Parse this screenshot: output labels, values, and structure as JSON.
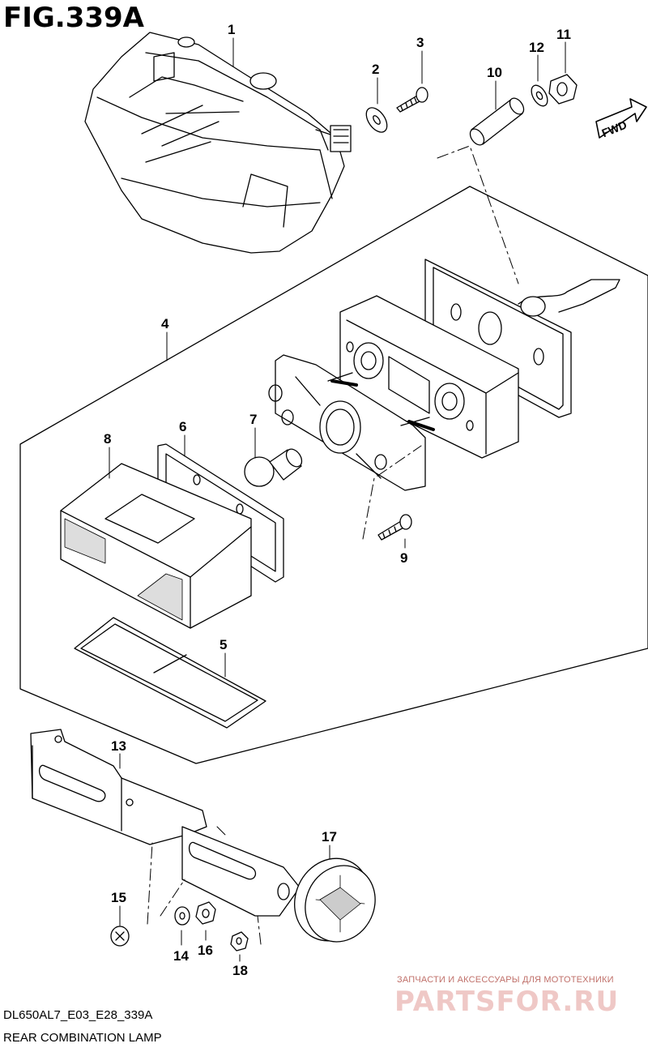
{
  "figure": {
    "title": "FIG.339A"
  },
  "callouts": {
    "p1": "1",
    "p2": "2",
    "p3": "3",
    "p4": "4",
    "p5": "5",
    "p6": "6",
    "p7": "7",
    "p8": "8",
    "p9": "9",
    "p10": "10",
    "p11": "11",
    "p12": "12",
    "p13": "13",
    "p14": "14",
    "p15": "15",
    "p16": "16",
    "p17": "17",
    "p18": "18"
  },
  "fwd_label": "FWD",
  "footer": {
    "code": "DL650AL7_E03_E28_339A",
    "name": "REAR COMBINATION LAMP"
  },
  "watermark": {
    "text": "ЗАПЧАСТИ И АКСЕССУАРЫ ДЛЯ МОТОТЕХНИКИ",
    "logo": "PARTSFOR.RU"
  },
  "colors": {
    "line": "#000000",
    "background": "#ffffff",
    "watermark": "#c0706a"
  }
}
